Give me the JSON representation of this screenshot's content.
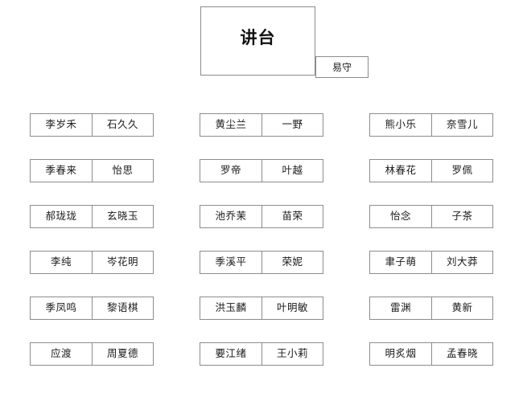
{
  "podium": {
    "label": "讲台",
    "side_label": "易守"
  },
  "seating": {
    "columns": [
      {
        "name": "column-1",
        "rows": [
          {
            "left": "李岁禾",
            "right": "石久久"
          },
          {
            "left": "季春来",
            "right": "怡思"
          },
          {
            "left": "郝珑珑",
            "right": "玄晓玉"
          },
          {
            "left": "李纯",
            "right": "岑花明"
          },
          {
            "left": "季凤鸣",
            "right": "黎语棋"
          },
          {
            "left": "应渡",
            "right": "周夏德"
          }
        ]
      },
      {
        "name": "column-2",
        "rows": [
          {
            "left": "黄尘兰",
            "right": "一野"
          },
          {
            "left": "罗帝",
            "right": "叶越"
          },
          {
            "left": "池乔茉",
            "right": "苗荣"
          },
          {
            "left": "季溪平",
            "right": "荣妮"
          },
          {
            "left": "洪玉麟",
            "right": "叶明敏"
          },
          {
            "left": "要江绪",
            "right": "王小莉"
          }
        ]
      },
      {
        "name": "column-3",
        "rows": [
          {
            "left": "熊小乐",
            "right": "奈雪儿"
          },
          {
            "left": "林春花",
            "right": "罗佩"
          },
          {
            "left": "怡念",
            "right": "子茶"
          },
          {
            "left": "聿子萌",
            "right": "刘大莽"
          },
          {
            "left": "雷渊",
            "right": "黄新"
          },
          {
            "left": "明炙烟",
            "right": "孟春晓"
          }
        ]
      }
    ]
  },
  "colors": {
    "border": "#8c8c8c",
    "text": "#1a1a1a",
    "background": "#ffffff"
  }
}
